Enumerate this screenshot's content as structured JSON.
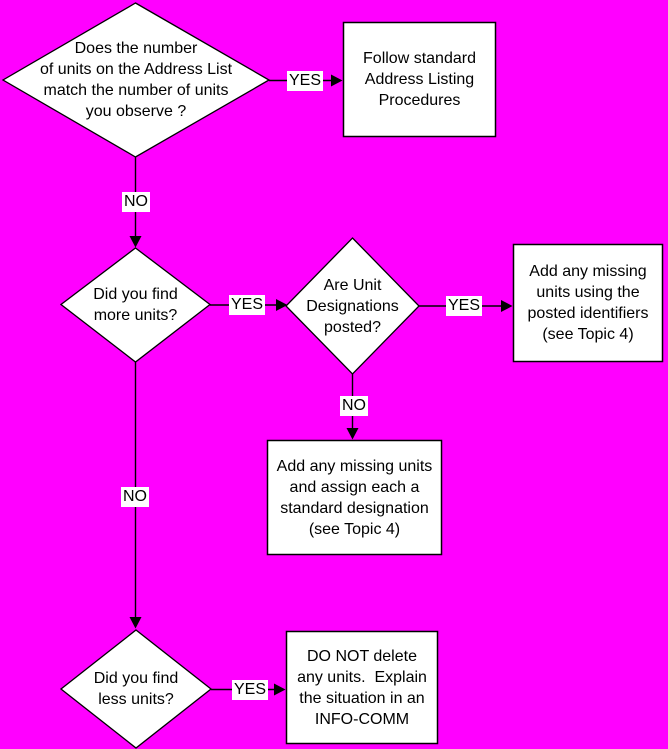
{
  "diagram": {
    "type": "flowchart",
    "colors": {
      "background": "#ff00ff",
      "node_fill": "#ffffff",
      "stroke": "#000000",
      "text": "#000000"
    },
    "nodes": {
      "decision_match": {
        "shape": "diamond",
        "text": "Does the number\nof units on the Address List\nmatch the number of units\nyou observe ?"
      },
      "process_follow": {
        "shape": "rect",
        "text": "Follow standard\nAddress Listing\nProcedures"
      },
      "decision_more": {
        "shape": "diamond",
        "text": "Did you find\nmore units?"
      },
      "decision_posted": {
        "shape": "diamond",
        "text": "Are Unit\nDesignations\nposted?"
      },
      "process_add_posted": {
        "shape": "rect",
        "text": "Add any missing\nunits using the\nposted identifiers\n(see Topic 4)"
      },
      "process_add_assign": {
        "shape": "rect",
        "text": "Add any missing units\nand assign each a\nstandard designation\n(see Topic 4)"
      },
      "decision_less": {
        "shape": "diamond",
        "text": "Did you find\nless units?"
      },
      "process_no_delete": {
        "shape": "rect",
        "text": "DO NOT delete\nany units.  Explain\nthe situation in an\nINFO-COMM"
      }
    },
    "edge_labels": {
      "match_yes": "YES",
      "match_no": "NO",
      "more_yes": "YES",
      "posted_yes": "YES",
      "posted_no": "NO",
      "more_no": "NO",
      "less_yes": "YES"
    }
  }
}
